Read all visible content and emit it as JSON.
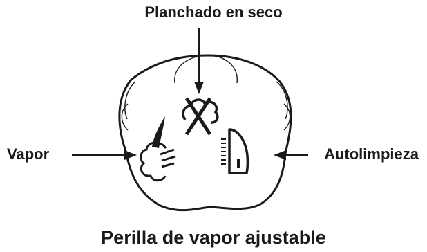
{
  "labels": {
    "top": "Planchado en seco",
    "left": "Vapor",
    "right": "Autolimpieza",
    "bottom": "Perilla de vapor ajustable"
  },
  "icons": {
    "dry_ironing": "steam-crossed-icon",
    "steam": "steam-cloud-icon",
    "self_clean": "iron-self-clean-icon"
  },
  "colors": {
    "line": "#1a1a1a",
    "background": "#ffffff"
  }
}
